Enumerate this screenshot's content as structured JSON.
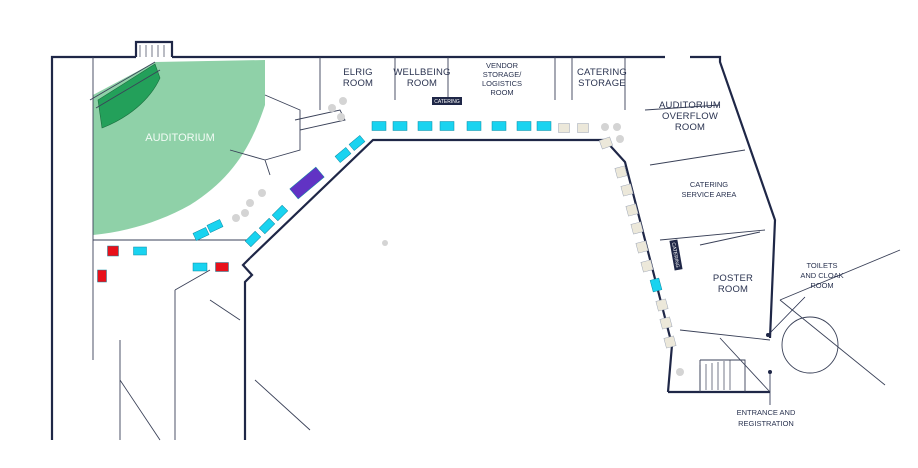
{
  "rooms": {
    "auditorium": "AUDITORIUM",
    "elrig": [
      "ELRIG",
      "ROOM"
    ],
    "wellbeing": [
      "WELLBEING",
      "ROOM"
    ],
    "vendor": [
      "VENDOR",
      "STORAGE/",
      "LOGISTICS",
      "ROOM"
    ],
    "catering_storage": [
      "CATERING",
      "STORAGE"
    ],
    "overflow": [
      "AUDITORIUM",
      "OVERFLOW",
      "ROOM"
    ],
    "catering_service": [
      "CATERING",
      "SERVICE AREA"
    ],
    "poster": [
      "POSTER",
      "ROOM"
    ],
    "toilets": [
      "TOILETS",
      "AND CLOAK",
      "ROOM"
    ],
    "entrance": [
      "ENTRANCE AND",
      "REGISTRATION"
    ]
  },
  "signs": {
    "catering_top": "CATERING",
    "catering_right": "CATERING"
  },
  "colors": {
    "wall": "#1f2747",
    "auditorium": "#8fd1a8",
    "stage": "#23a05a",
    "booth_cyan": "#19d3f0",
    "booth_red": "#e8101a",
    "booth_beige": "#ece8da",
    "booth_purple": "#6133c4",
    "pillar": "#d4d4d4"
  }
}
